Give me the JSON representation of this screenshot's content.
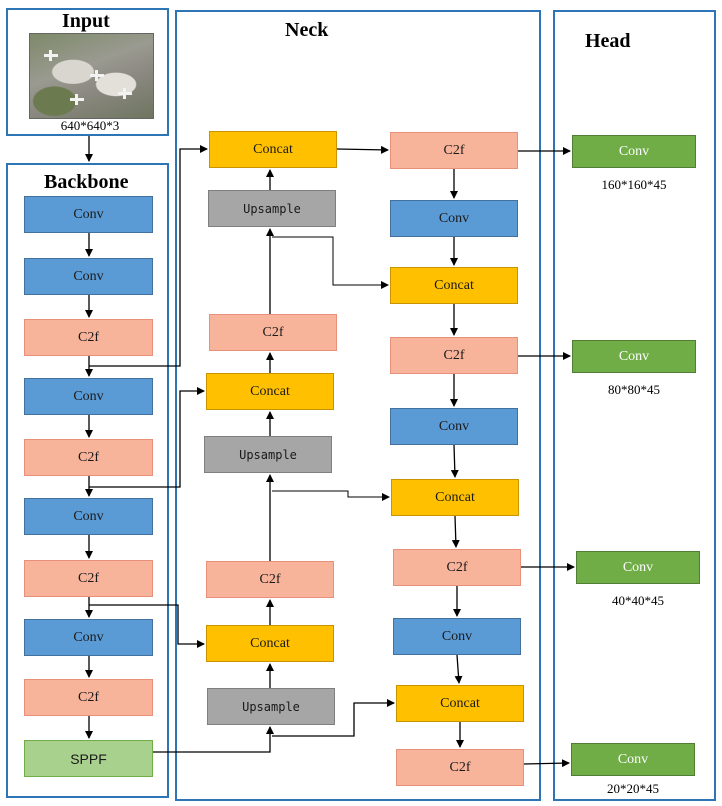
{
  "sections": {
    "input": "Input",
    "backbone": "Backbone",
    "neck": "Neck",
    "head": "Head"
  },
  "input": {
    "size": "640*640*3"
  },
  "backbone": [
    "Conv",
    "Conv",
    "C2f",
    "Conv",
    "C2f",
    "Conv",
    "C2f",
    "Conv",
    "C2f",
    "SPPF"
  ],
  "neck": {
    "left": [
      "Concat",
      "Upsample",
      "C2f",
      "Concat",
      "Upsample",
      "C2f",
      "Concat",
      "Upsample"
    ],
    "right": [
      "C2f",
      "Conv",
      "Concat",
      "C2f",
      "Conv",
      "Concat",
      "C2f",
      "Conv",
      "Concat",
      "C2f"
    ]
  },
  "head": {
    "blocks": [
      "Conv",
      "Conv",
      "Conv",
      "Conv"
    ],
    "sizes": [
      "160*160*45",
      "80*80*45",
      "40*40*45",
      "20*20*45"
    ]
  },
  "colors": {
    "conv": "#5b9bd5",
    "c2f": "#f8b49a",
    "concat": "#ffc000",
    "upsample": "#a6a6a6",
    "sppf": "#a9d18e",
    "head_conv": "#70ad47",
    "panel_border": "#2e75b6"
  }
}
